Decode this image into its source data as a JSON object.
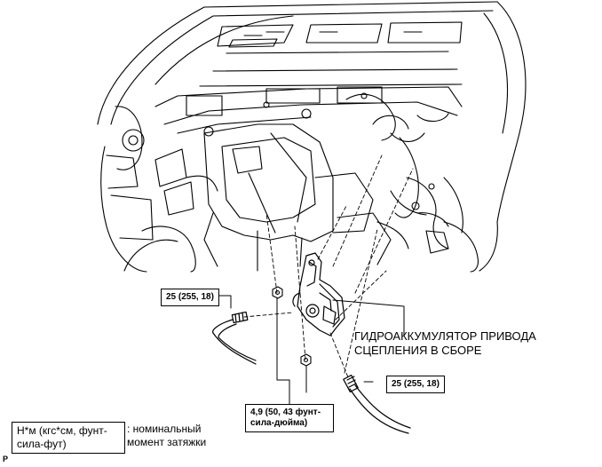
{
  "labels": {
    "torque_left": "25 (255, 18)",
    "torque_right": "25 (255, 18)",
    "torque_nut": "4,9 (50, 43 фунт-сила-дюйма)",
    "part_name_line1": "ГИДРОАККУМУЛЯТОР ПРИВОДА",
    "part_name_line2": "СЦЕПЛЕНИЯ В СБОРЕ",
    "legend_unit": "Н*м (кгс*см, фунт-сила-фут)",
    "legend_desc": ": номинальный момент затяжки",
    "figure_id": "P"
  }
}
